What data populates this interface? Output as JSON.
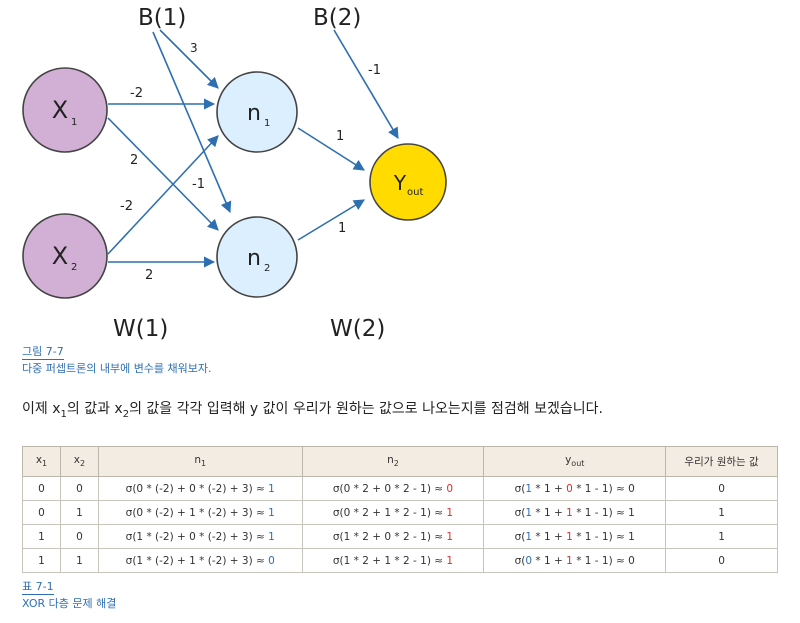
{
  "diagram": {
    "bias1": "B(1)",
    "bias2": "B(2)",
    "w1": "W(1)",
    "w2": "W(2)",
    "nodes": {
      "x1": {
        "main": "X",
        "sub": "1"
      },
      "x2": {
        "main": "X",
        "sub": "2"
      },
      "n1": {
        "main": "n",
        "sub": "1"
      },
      "n2": {
        "main": "n",
        "sub": "2"
      },
      "yout": {
        "main": "Y",
        "sub": "out"
      }
    },
    "weights": {
      "b1_n1": "3",
      "b1_n2": "-1",
      "b2_y": "-1",
      "x1_n1": "-2",
      "x1_n2": "2",
      "x2_n1": "-2",
      "x2_n2": "2",
      "n1_y": "1",
      "n2_y": "1"
    },
    "colors": {
      "input": "#d2b0d5",
      "hidden": "#dcefff",
      "output": "#ffdb00"
    }
  },
  "figure_caption": {
    "number": "그림 7-7",
    "text": "다중 퍼셉트론의 내부에 변수를 채워보자."
  },
  "sentence": {
    "part1": "이제 x",
    "sub1": "1",
    "part2": "의 값과 x",
    "sub2": "2",
    "part3": "의 값을 각각 입력해 y 값이 우리가 원하는 값으로 나오는지를 점검해 보겠습니다."
  },
  "table": {
    "headers": [
      {
        "main": "x",
        "sub": "1"
      },
      {
        "main": "x",
        "sub": "2"
      },
      {
        "main": "n",
        "sub": "1"
      },
      {
        "main": "n",
        "sub": "2"
      },
      {
        "main": "y",
        "sub": "out"
      },
      {
        "main": "우리가 원하는 값",
        "sub": ""
      }
    ],
    "rows": [
      {
        "x1": "0",
        "x2": "0",
        "n1": "σ(0 * (-2) + 0 * (-2) + 3) ≈ ",
        "n1v": "1",
        "n2": "σ(0 * 2 + 0 * 2 - 1) ≈ ",
        "n2v": "0",
        "y_a": "σ(",
        "y_p1": "1",
        "y_b": " * 1 + ",
        "y_p2": "0",
        "y_c": " * 1 - 1) ≈ 0",
        "want": "0"
      },
      {
        "x1": "0",
        "x2": "1",
        "n1": "σ(0 * (-2) + 1 * (-2) + 3) ≈ ",
        "n1v": "1",
        "n2": "σ(0 * 2 + 1 * 2 - 1) ≈ ",
        "n2v": "1",
        "y_a": "σ(",
        "y_p1": "1",
        "y_b": " * 1 + ",
        "y_p2": "1",
        "y_c": " * 1 - 1) ≈ 1",
        "want": "1"
      },
      {
        "x1": "1",
        "x2": "0",
        "n1": "σ(1 * (-2) + 0 * (-2) + 3) ≈ ",
        "n1v": "1",
        "n2": "σ(1 * 2 + 0 * 2 - 1) ≈ ",
        "n2v": "1",
        "y_a": "σ(",
        "y_p1": "1",
        "y_b": " * 1 + ",
        "y_p2": "1",
        "y_c": " * 1 - 1) ≈ 1",
        "want": "1"
      },
      {
        "x1": "1",
        "x2": "1",
        "n1": "σ(1 * (-2) + 1 * (-2) + 3) ≈ ",
        "n1v": "0",
        "n2": "σ(1 * 2 + 1 * 2 - 1) ≈ ",
        "n2v": "1",
        "y_a": "σ(",
        "y_p1": "0",
        "y_b": " * 1 + ",
        "y_p2": "1",
        "y_c": " * 1 - 1) ≈ 0",
        "want": "0"
      }
    ]
  },
  "table_caption": {
    "number": "표 7-1",
    "text": "XOR 다층 문제 해결"
  }
}
